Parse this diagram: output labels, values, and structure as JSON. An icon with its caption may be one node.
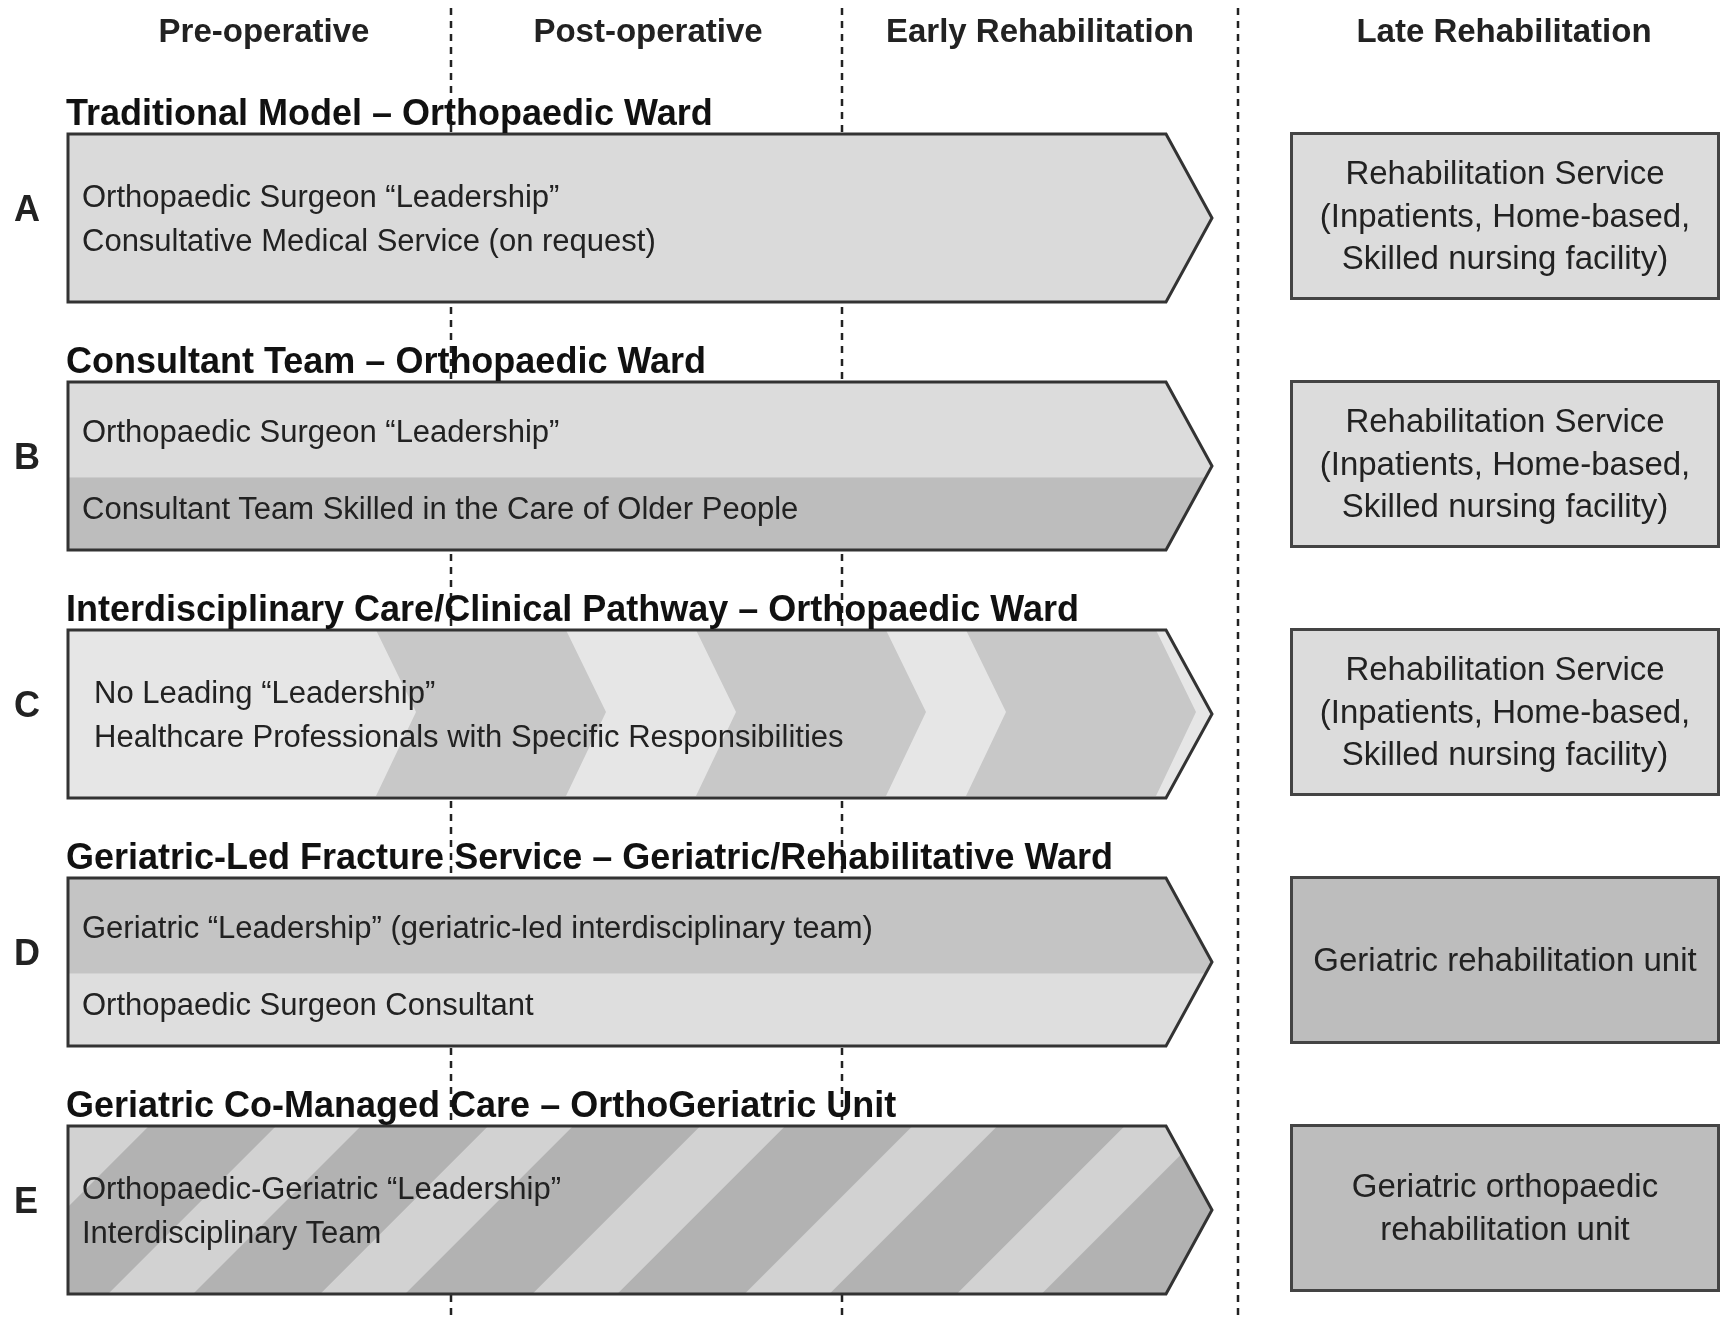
{
  "diagram": {
    "nodes": [
      {
        "text": [
          "Traditional Model – Orthopaedic Ward",
          "Orthopaedic Surgeon “Leadership”",
          "Consultative Medical Service (on request)"
        ],
        "beside": [
          "A"
        ]
      },
      {
        "text": [
          "Rehabilitation Service (Inpatients, Home-based, Skilled nursing facility)"
        ]
      },
      {
        "text": [
          "Consultant Team – Orthopaedic Ward",
          "Orthopaedic Surgeon “Leadership”",
          "Consultant Team Skilled in the Care of Older People"
        ],
        "beside": [
          "B"
        ]
      },
      {
        "text": [
          "Rehabilitation Service (Inpatients, Home-based, Skilled nursing facility)"
        ]
      },
      {
        "text": [
          "Interdisciplinary Care/Clinical Pathway – Orthopaedic Ward",
          "No Leading “Leadership”",
          "Healthcare Professionals with Specific Responsibilities"
        ],
        "beside": [
          "C"
        ]
      },
      {
        "text": [
          "Rehabilitation Service (Inpatients, Home-based, Skilled nursing facility)"
        ]
      },
      {
        "text": [
          "Geriatric-Led Fracture Service – Geriatric/Rehabilitative Ward",
          "Geriatric “Leadership” (geriatric-led interdisciplinary team)",
          "Orthopaedic Surgeon Consultant"
        ],
        "beside": [
          "D"
        ]
      },
      {
        "text": [
          "Geriatric rehabilitation unit"
        ]
      },
      {
        "text": [
          "Geriatric Co-Managed Care – OrthoGeriatric Unit",
          "Orthopaedic-Geriatric “Leadership”",
          "Interdisciplinary Team"
        ],
        "beside": [
          "E"
        ]
      },
      {
        "text": [
          "Geriatric orthopaedic rehabilitation unit"
        ]
      }
    ],
    "edges": [],
    "labels": [
      "Pre-operative",
      "Post-operative",
      "Early Rehabilitation",
      "Late Rehabilitation"
    ]
  }
}
